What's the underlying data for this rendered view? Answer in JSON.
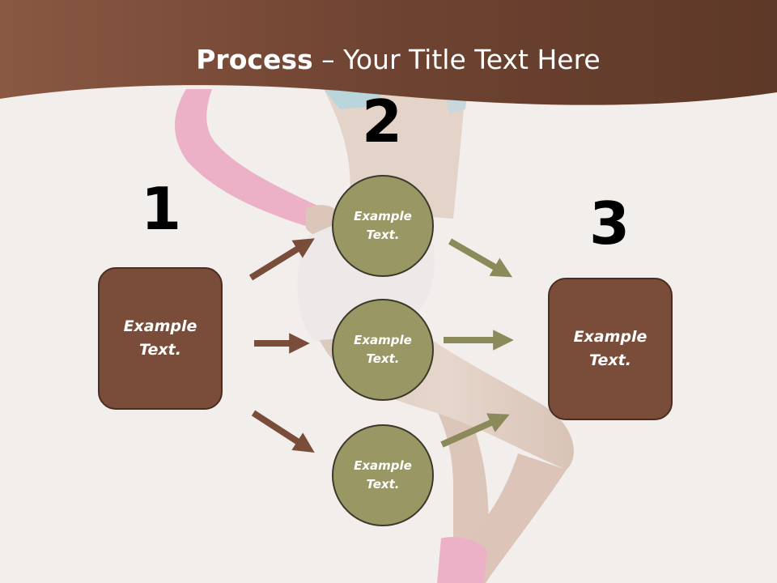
{
  "slide": {
    "title_bold": "Process",
    "title_rest": " – Your Title Text Here",
    "step_numbers": [
      "1",
      "2",
      "3"
    ],
    "left_box": {
      "text_line1": "Example",
      "text_line2": "Text."
    },
    "circles": [
      {
        "text_line1": "Example",
        "text_line2": "Text."
      },
      {
        "text_line1": "Example",
        "text_line2": "Text."
      },
      {
        "text_line1": "Example",
        "text_line2": "Text."
      }
    ],
    "right_box": {
      "text_line1": "Example",
      "text_line2": "Text."
    }
  },
  "colors": {
    "banner": "#6e4331",
    "box_fill": "#7a4d3a",
    "circle_fill": "#999764",
    "left_arrows": "#7a4d3a",
    "right_arrows": "#8b8a5a"
  }
}
